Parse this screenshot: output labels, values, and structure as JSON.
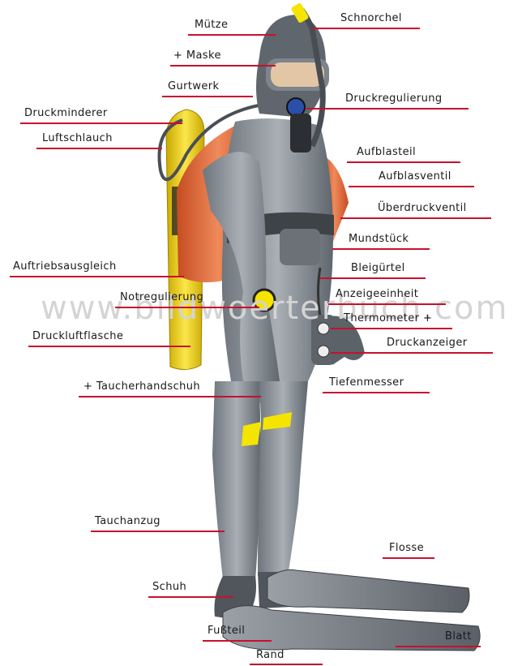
{
  "watermark": "www.bildwoerterbuch.com",
  "labels": {
    "muetze": "Mütze",
    "schnorchel": "Schnorchel",
    "maske": "+ Maske",
    "gurtwerk": "Gurtwerk",
    "druckminderer": "Druckminderer",
    "druckregulierung": "Druckregulierung",
    "luftschlauch": "Luftschlauch",
    "aufblasteil": "Aufblasteil",
    "aufblasventil": "Aufblasventil",
    "ueberdruckventil": "Überdruckventil",
    "mundstueck": "Mundstück",
    "auftriebsausgleich": "Auftriebsausgleich",
    "bleiguertel": "Bleigürtel",
    "notregulierung": "Notregulierung",
    "anzeigeeinheit": "Anzeigeeinheit",
    "thermometer": "Thermometer +",
    "druckluftflasche": "Druckluftflasche",
    "druckanzeiger": "Druckanzeiger",
    "tiefenmesser": "Tiefenmesser",
    "taucherhandschuh": "+ Taucherhandschuh",
    "tauchanzug": "Tauchanzug",
    "flosse": "Flosse",
    "schuh": "Schuh",
    "fussteil": "Fußteil",
    "blatt": "Blatt",
    "rand": "Rand"
  },
  "colors": {
    "leader_line": "#c8102e",
    "tank": "#f2d21b",
    "suit": "#8e959c",
    "vest": "#e0683a",
    "accent_yellow": "#f4e400"
  }
}
